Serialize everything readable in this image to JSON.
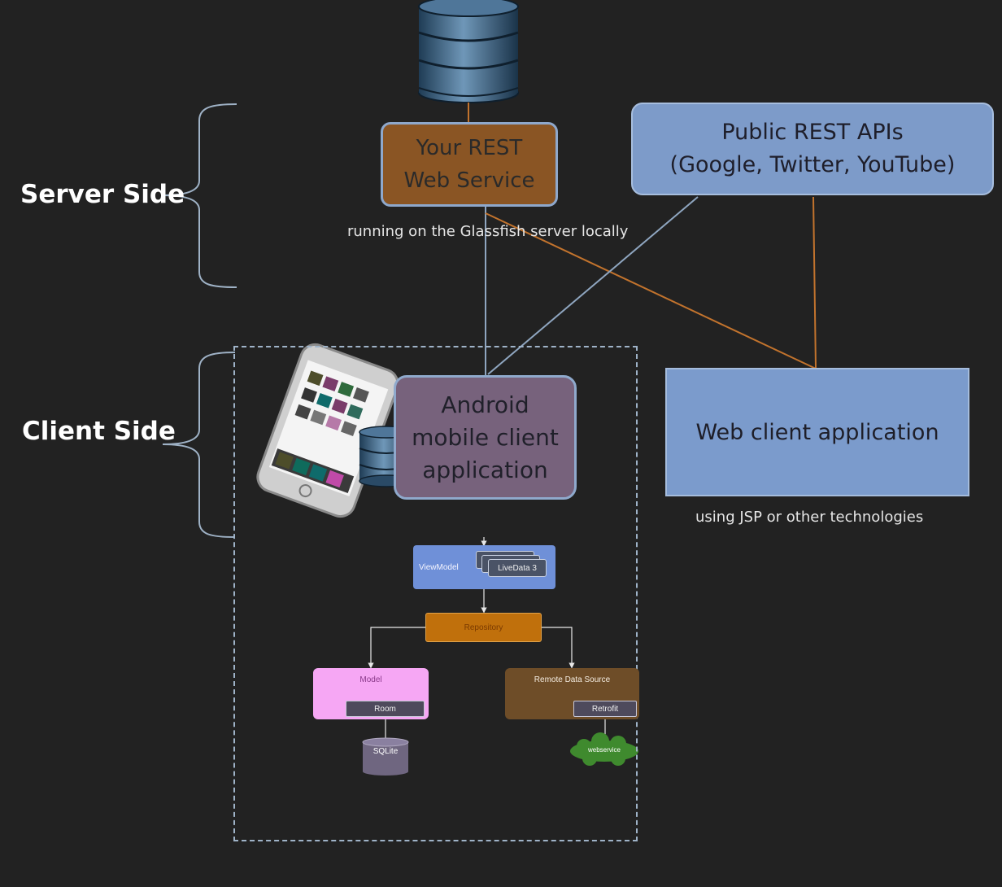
{
  "labels": {
    "server_side": "Server Side",
    "client_side": "Client Side"
  },
  "boxes": {
    "rest_service": "Your REST\nWeb Service",
    "public_apis": "Public REST APIs\n(Google, Twitter, YouTube)",
    "android_app": "Android\nmobile client\napplication",
    "web_client": "Web client application"
  },
  "captions": {
    "rest_service": "running  on the Glassfish server locally",
    "web_client": "using JSP or other technologies"
  },
  "architecture": {
    "viewmodel": "ViewModel",
    "livedata": "LiveData 3",
    "repository": "Repository",
    "model": "Model",
    "room": "Room",
    "remote_data_source": "Remote Data Source",
    "retrofit": "Retrofit",
    "sqlite": "SQLite",
    "webservice": "webservice"
  },
  "colors": {
    "background": "#222222",
    "rest_service": "#8a5524",
    "public_apis": "#7d9bc9",
    "android_app": "#77627c",
    "web_client": "#7b9bcc",
    "orange_link": "#c2732d",
    "blue_link": "#8fa6c0"
  }
}
